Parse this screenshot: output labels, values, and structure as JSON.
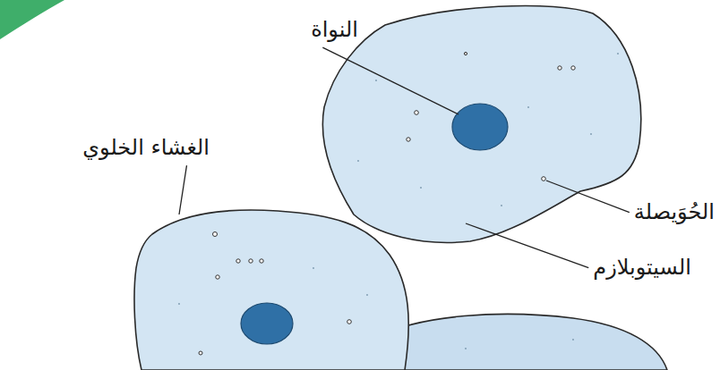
{
  "diagram": {
    "labels": [
      "النواة",
      "الغشاء الخلوي",
      "الحُوَيصلة",
      "السيتوبلازم"
    ]
  }
}
